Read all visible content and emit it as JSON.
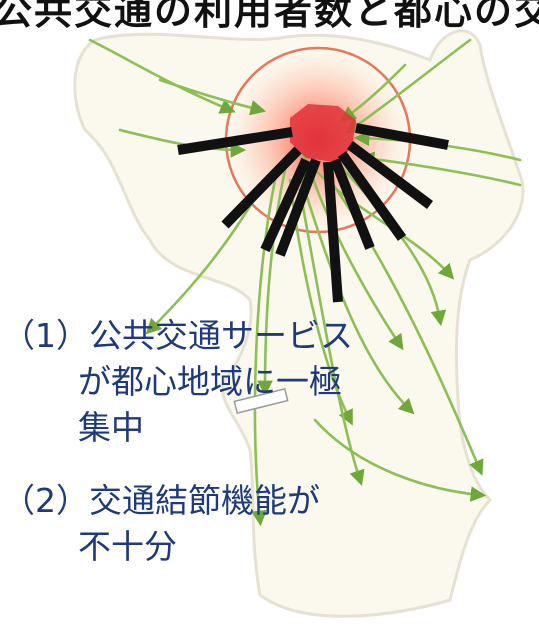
{
  "title": "公共交通の利用者数と都心の交通結節",
  "labels": [
    {
      "marker": "（1）",
      "lines": [
        "公共交通サービス",
        "が都心地域に一極",
        "集中"
      ]
    },
    {
      "marker": "（2）",
      "lines": [
        "交通結節機能が",
        "不十分"
      ]
    }
  ],
  "colors": {
    "land": "#fbf8ee",
    "land_outline": "#e6e1d2",
    "center_glow": "#ff8a70",
    "center_core": "#e0313a",
    "circle_ring": "#e8775a",
    "arrows_black": "#111111",
    "routes_green": "#8cbf54",
    "label_text": "#1f3a7a"
  }
}
